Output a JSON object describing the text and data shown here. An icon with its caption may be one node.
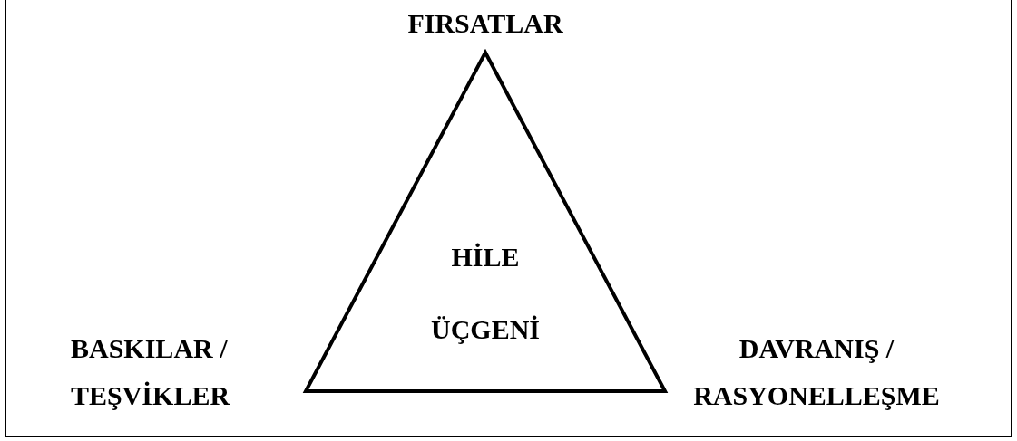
{
  "diagram": {
    "nodes": [
      {
        "text": [
          "HİLE ÜÇGENİ"
        ]
      }
    ],
    "labels": [
      "FIRSATLAR",
      "BASKILAR / TEŞVİKLER",
      "DAVRANIŞ / RASYONELLEŞME"
    ]
  }
}
